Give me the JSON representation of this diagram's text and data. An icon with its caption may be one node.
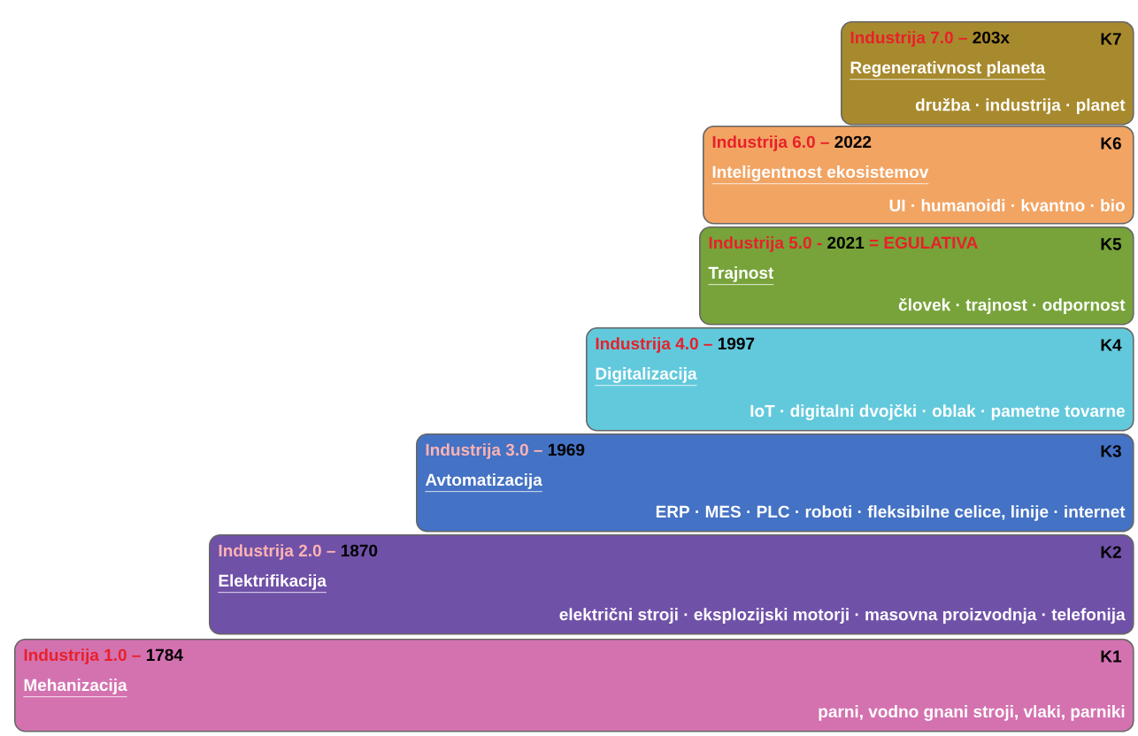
{
  "diagram": {
    "nodes": [
      {
        "text": [
          "Industrija 7.0 –",
          "203x",
          "K7",
          "Regenerativnost planeta",
          "družba · industrija · planet"
        ]
      },
      {
        "text": [
          "Industrija 6.0 –",
          "2022",
          "K6",
          "Inteligentnost ekosistemov",
          "UI · humanoidi · kvantno · bio"
        ]
      },
      {
        "text": [
          "Industrija 5.0 -",
          "2021",
          "= EGULATIVA",
          "K5",
          "Trajnost",
          "človek · trajnost · odpornost"
        ]
      },
      {
        "text": [
          "Industrija 4.0 –",
          "1997",
          "K4",
          "Digitalizacija",
          "IoT · digitalni dvojčki · oblak · pametne tovarne"
        ]
      },
      {
        "text": [
          "Industrija 3.0 –",
          "1969",
          "K3",
          "Avtomatizacija",
          "ERP · MES · PLC · roboti · fleksibilne celice, linije · internet"
        ]
      },
      {
        "text": [
          "Industrija 2.0 –",
          "1870",
          "K2",
          "Elektrifikacija",
          "električni stroji · eksplozijski motorji · masovna proizvodnja · telefonija"
        ]
      },
      {
        "text": [
          "Industrija 1.0 –",
          "1784",
          "K1",
          "Mehanizacija",
          "parni, vodno gnani stroji, vlaki, parniki"
        ]
      }
    ]
  }
}
